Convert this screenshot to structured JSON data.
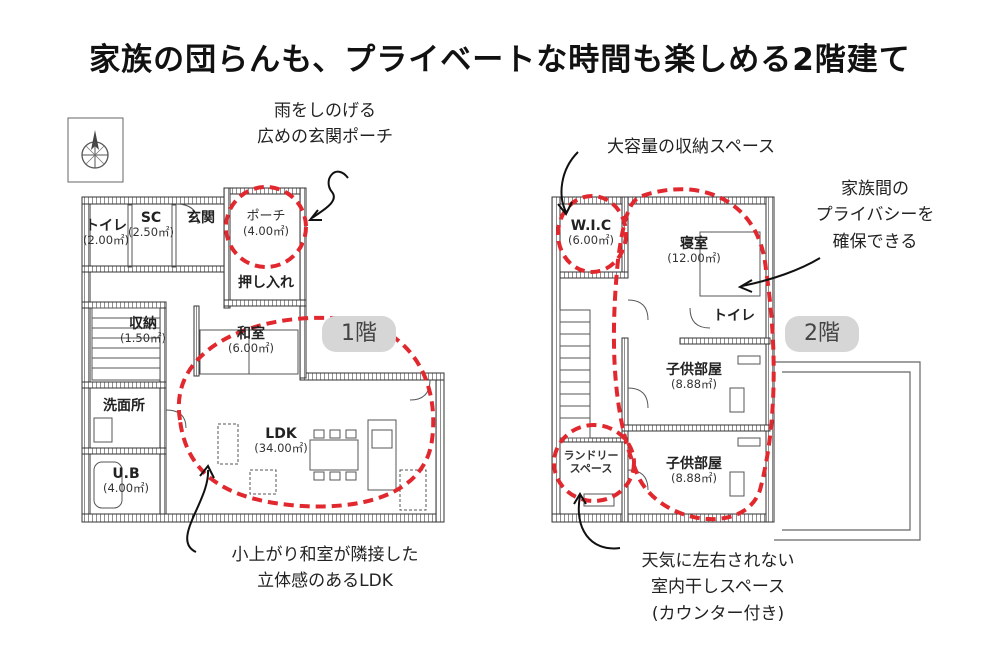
{
  "title": "家族の団らんも、プライベートな時間も楽しめる2階建て",
  "floors": {
    "first": {
      "badge": "1階",
      "rooms": [
        {
          "name": "トイレ",
          "area": "(2.00㎡)"
        },
        {
          "name": "SC",
          "area": "(2.50㎡)"
        },
        {
          "name": "玄関",
          "area": ""
        },
        {
          "name": "ポーチ",
          "area": "(4.00㎡)"
        },
        {
          "name": "押し入れ",
          "area": ""
        },
        {
          "name": "収納",
          "area": "(1.50㎡)"
        },
        {
          "name": "和室",
          "area": "(6.00㎡)"
        },
        {
          "name": "洗面所",
          "area": ""
        },
        {
          "name": "LDK",
          "area": "(34.00㎡)"
        },
        {
          "name": "U.B",
          "area": "(4.00㎡)"
        }
      ]
    },
    "second": {
      "badge": "2階",
      "rooms": [
        {
          "name": "W.I.C",
          "area": "(6.00㎡)"
        },
        {
          "name": "寝室",
          "area": "(12.00㎡)"
        },
        {
          "name": "トイレ",
          "area": ""
        },
        {
          "name": "子供部屋",
          "area": "(8.88㎡)"
        },
        {
          "name": "ランドリー",
          "area": "スペース"
        },
        {
          "name": "子供部屋",
          "area": "(8.88㎡)"
        }
      ]
    }
  },
  "annotations": {
    "porch": [
      "雨をしのげる",
      "広めの玄関ポーチ"
    ],
    "ldk": [
      "小上がり和室が隣接した",
      "立体感のあるLDK"
    ],
    "storage": [
      "大容量の収納スペース"
    ],
    "privacy": [
      "家族間の",
      "プライバシーを",
      "確保できる"
    ],
    "laundry": [
      "天気に左右されない",
      "室内干しスペース",
      "(カウンター付き)"
    ]
  },
  "colors": {
    "highlight": "#e0282e",
    "wall": "#333333",
    "badge": "#d6d6d6"
  },
  "icons": [
    "compass-icon"
  ]
}
